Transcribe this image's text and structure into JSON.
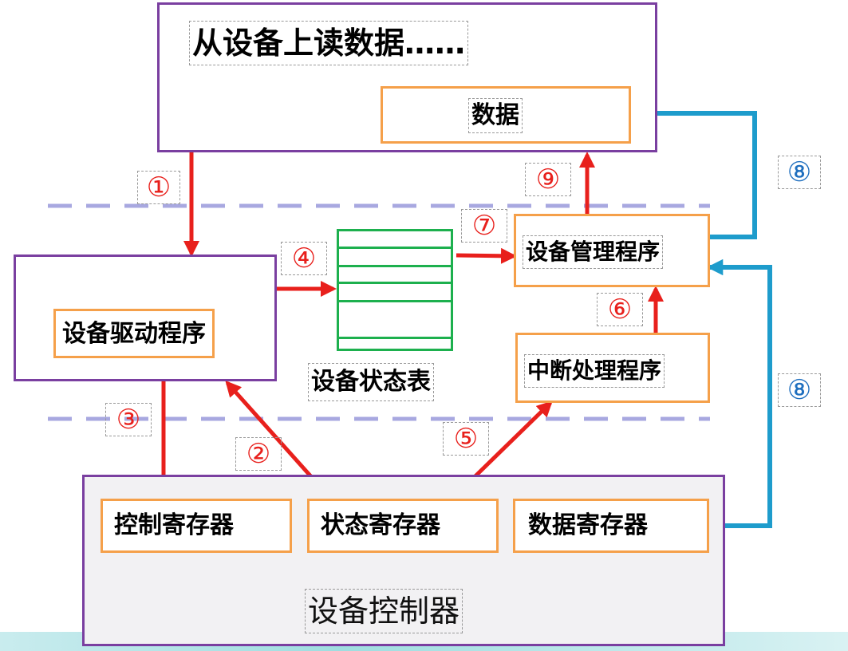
{
  "top_box": {
    "title": "从设备上读数据……",
    "data_label": "数据"
  },
  "driver": {
    "label": "设备驱动程序"
  },
  "status_table": {
    "label": "设备状态表",
    "rows": 6
  },
  "manager": {
    "label": "设备管理程序"
  },
  "interrupt": {
    "label": "中断处理程序"
  },
  "controller": {
    "label": "设备控制器",
    "registers": [
      "控制寄存器",
      "状态寄存器",
      "数据寄存器"
    ]
  },
  "steps": {
    "s1": "①",
    "s2": "②",
    "s3": "③",
    "s4": "④",
    "s5": "⑤",
    "s6": "⑥",
    "s7": "⑦",
    "s8a": "⑧",
    "s8b": "⑧",
    "s9": "⑨"
  },
  "colors": {
    "red_arrow": "#e8201c",
    "blue_arrow": "#1e9ccc",
    "purple_border": "#7a3fa0",
    "orange_border": "#f5a04a",
    "green_table": "#1db04e",
    "dash_line": "#a8a8e0"
  }
}
